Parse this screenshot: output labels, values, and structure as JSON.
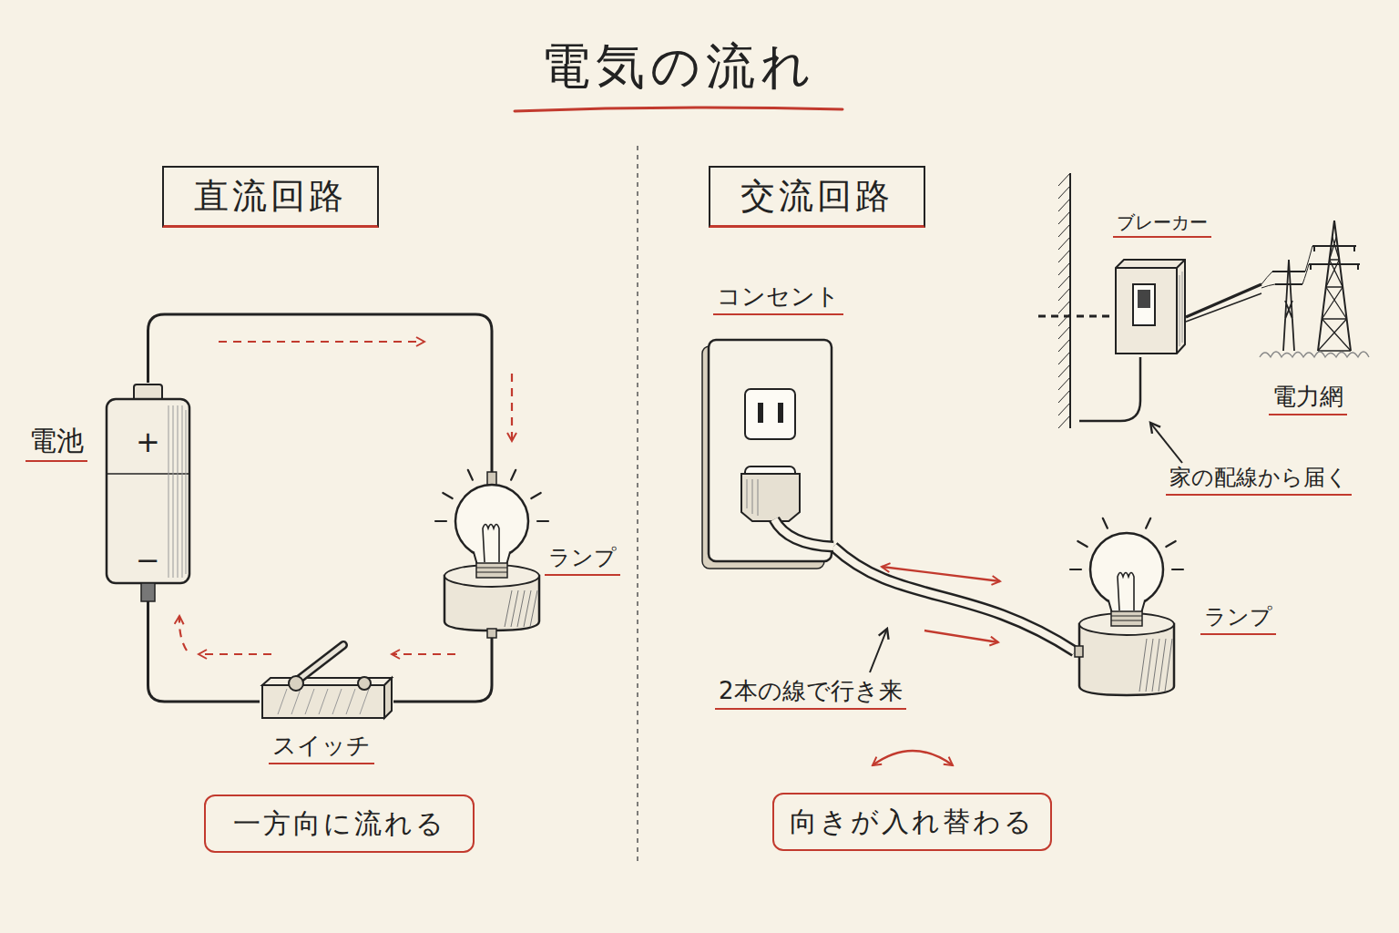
{
  "diagram": {
    "title": "電気の流れ",
    "nodes": [
      {
        "text": [
          "直流回路"
        ]
      },
      {
        "text": [
          "電池",
          "+",
          "−"
        ]
      },
      {
        "text": [
          "ランプ"
        ]
      },
      {
        "text": [
          "スイッチ"
        ]
      },
      {
        "text": [
          "一方向に流れる"
        ]
      },
      {
        "text": [
          "交流回路"
        ]
      },
      {
        "text": [
          "ブレーカー"
        ]
      },
      {
        "text": [
          "電力網"
        ]
      },
      {
        "text": [
          "コンセント"
        ]
      },
      {
        "text": [
          "ランプ"
        ]
      },
      {
        "text": [
          "向きが入れ替わる"
        ]
      }
    ],
    "edges": [
      {
        "from": 1,
        "to": 2,
        "arrow": "none"
      },
      {
        "from": 2,
        "to": 3,
        "arrow": "none"
      },
      {
        "from": 3,
        "to": 1,
        "arrow": "none"
      },
      {
        "from": 8,
        "to": 9,
        "arrow": "none"
      },
      {
        "from": 6,
        "to": 7,
        "arrow": "none"
      }
    ],
    "labels": [
      "家の配線から届く",
      "2本の線で行き来"
    ]
  }
}
